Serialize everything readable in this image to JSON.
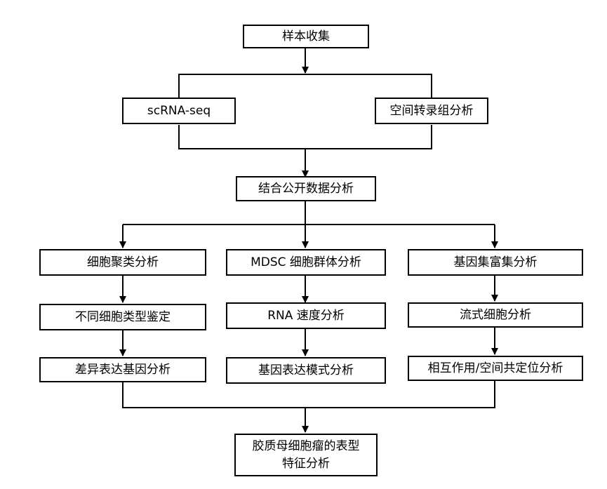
{
  "nodes": {
    "sample": "样本收集",
    "scrna": "scRNA-seq",
    "spatial": "空间转录组分析",
    "public": "结合公开数据分析",
    "cluster": "细胞聚类分析",
    "mdsc": "MDSC 细胞群体分析",
    "gsea": "基因集富集分析",
    "celltype": "不同细胞类型鉴定",
    "rna_velocity": "RNA 速度分析",
    "flow": "流式细胞分析",
    "deg": "差异表达基因分析",
    "pattern": "基因表达模式分析",
    "interaction": "相互作用/空间共定位分析",
    "final_line1": "胶质母细胞瘤的表型",
    "final_line2": "特征分析"
  }
}
